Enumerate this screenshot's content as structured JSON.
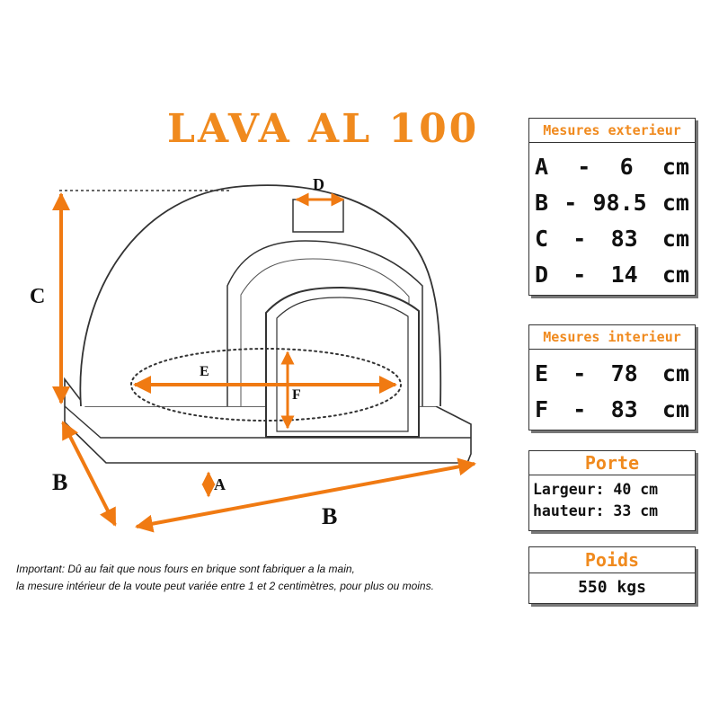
{
  "title": "LAVA AL 100",
  "diagram": {
    "labels": {
      "A_side": "A",
      "B_left": "B",
      "B_bottom": "B",
      "C": "C",
      "D": "D",
      "E": "E",
      "F": "F"
    },
    "colors": {
      "arrow": "#f07a12",
      "outline": "#333333",
      "title": "#f08a1e"
    }
  },
  "mesures_exterieur": {
    "header": "Mesures exterieur",
    "rows": [
      {
        "letter": "A",
        "sep": "-",
        "value": "6",
        "unit": "cm"
      },
      {
        "letter": "B",
        "sep": "-",
        "value": "98.5",
        "unit": "cm"
      },
      {
        "letter": "C",
        "sep": "-",
        "value": "83",
        "unit": "cm"
      },
      {
        "letter": "D",
        "sep": "-",
        "value": "14",
        "unit": "cm"
      }
    ]
  },
  "mesures_interieur": {
    "header": "Mesures interieur",
    "rows": [
      {
        "letter": "E",
        "sep": "-",
        "value": "78",
        "unit": "cm"
      },
      {
        "letter": "F",
        "sep": "-",
        "value": "83",
        "unit": "cm"
      }
    ]
  },
  "porte": {
    "header": "Porte",
    "lines": [
      "Largeur: 40 cm",
      "hauteur: 33 cm"
    ]
  },
  "poids": {
    "header": "Poids",
    "value": "550 kgs"
  },
  "note": {
    "line1": "Important: Dû au fait que nous fours en brique sont fabriquer a la main,",
    "line2": "la mesure intérieur de la voute peut variée entre 1 et 2 centimètres, pour plus ou moins."
  }
}
